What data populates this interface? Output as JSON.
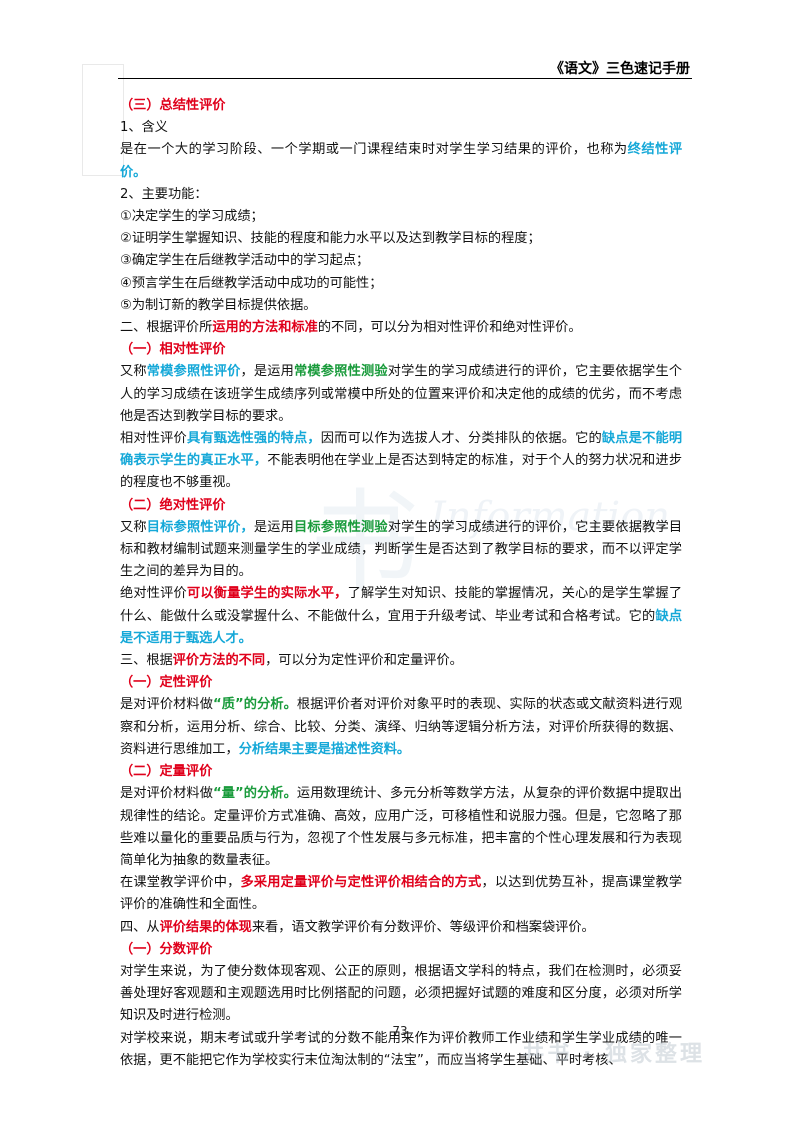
{
  "header": {
    "title": "《语文》三色速记手册"
  },
  "page_number": "73",
  "watermark": {
    "text": "井书 · 独家整理"
  },
  "s1_title": "（三）总结性评价",
  "s1_l1": "1、含义",
  "s1_l2a": "是在一个大的学习阶段、一个学期或一门课程结束时对学生学习结果的评价，也称为",
  "s1_l2b": "终结性评价。",
  "s1_l3": "2、主要功能：",
  "s1_f1": "①决定学生的学习成绩；",
  "s1_f2": "②证明学生掌握知识、技能的程度和能力水平以及达到教学目标的程度；",
  "s1_f3": "③确定学生在后继教学活动中的学习起点；",
  "s1_f4": "④预言学生在后继教学活动中成功的可能性；",
  "s1_f5": "⑤为制订新的教学目标提供依据。",
  "s2_a": "二、根据评价所",
  "s2_b": "运用的方法和标准",
  "s2_c": "的不同，可以分为相对性评价和绝对性评价。",
  "s2_1_title": "（一）相对性评价",
  "s2_1_p1a": "又称",
  "s2_1_p1b": "常模参照性评价",
  "s2_1_p1c": "，是运用",
  "s2_1_p1d": "常模参照性测验",
  "s2_1_p1e": "对学生的学习成绩进行的评价，它主要依据学生个人的学习成绩在该班学生成绩序列或常模中所处的位置来评价和决定他的成绩的优劣，而不考虑他是否达到教学目标的要求。",
  "s2_1_p2a": "相对性评价",
  "s2_1_p2b": "具有甄选性强的特点，",
  "s2_1_p2c": "因而可以作为选拔人才、分类排队的依据。它的",
  "s2_1_p2d": "缺点是不能明确表示学生的真正水平，",
  "s2_1_p2e": "不能表明他在学业上是否达到特定的标准，对于个人的努力状况和进步的程度也不够重视。",
  "s2_2_title": "（二）绝对性评价",
  "s2_2_p1a": "又称",
  "s2_2_p1b": "目标参照性评价，",
  "s2_2_p1c": "是运用",
  "s2_2_p1d": "目标参照性测验",
  "s2_2_p1e": "对学生的学习成绩进行的评价，它主要依据教学目标和教材编制试题来测量学生的学业成绩，判断学生是否达到了教学目标的要求，而不以评定学生之间的差异为目的。",
  "s2_2_p2a": "绝对性评价",
  "s2_2_p2b": "可以衡量学生的实际水平，",
  "s2_2_p2c": "了解学生对知识、技能的掌握情况，关心的是学生掌握了什么、能做什么或没掌握什么、不能做什么，宜用于升级考试、毕业考试和合格考试。它的",
  "s2_2_p2d": "缺点是不适用于甄选人才。",
  "s3_a": "三、根据",
  "s3_b": "评价方法的不同",
  "s3_c": "，可以分为定性评价和定量评价。",
  "s3_1_title": "（一）定性评价",
  "s3_1_p1a": "是对评价材料做",
  "s3_1_p1b": "“质”的分析。",
  "s3_1_p1c": "根据评价者对评价对象平时的表现、实际的状态或文献资料进行观察和分析，运用分析、综合、比较、分类、演绎、归纳等逻辑分析方法，对评价所获得的数据、资料进行思维加工，",
  "s3_1_p1d": "分析结果主要是描述性资料。",
  "s3_2_title": "（二）定量评价",
  "s3_2_p1a": "是对评价材料做",
  "s3_2_p1b": "“量”的分析。",
  "s3_2_p1c": "运用数理统计、多元分析等数学方法，从复杂的评价数据中提取出规律性的结论。定量评价方式准确、高效，应用广泛，可移植性和说服力强。但是，它忽略了那些难以量化的重要品质与行为，忽视了个性发展与多元标准，把丰富的个性心理发展和行为表现简单化为抽象的数量表征。",
  "s3_2_p2a": "在课堂教学评价中，",
  "s3_2_p2b": "多采用定量评价与定性评价相结合的方式",
  "s3_2_p2c": "，以达到优势互补，提高课堂教学评价的准确性和全面性。",
  "s4_a": "四、从",
  "s4_b": "评价结果的体现",
  "s4_c": "来看，语文教学评价有分数评价、等级评价和档案袋评价。",
  "s4_1_title": "（一）分数评价",
  "s4_1_p1": "对学生来说，为了使分数体现客观、公正的原则，根据语文学科的特点，我们在检测时，必须妥善处理好客观题和主观题选用时比例搭配的问题，必须把握好试题的难度和区分度，必须对所学知识及时进行检测。",
  "s4_1_p2": "对学校来说，期末考试或升学考试的分数不能用来作为评价教师工作业绩和学生学业成绩的唯一依据，更不能把它作为学校实行末位淘汰制的“法宝”，而应当将学生基础、平时考核、"
}
